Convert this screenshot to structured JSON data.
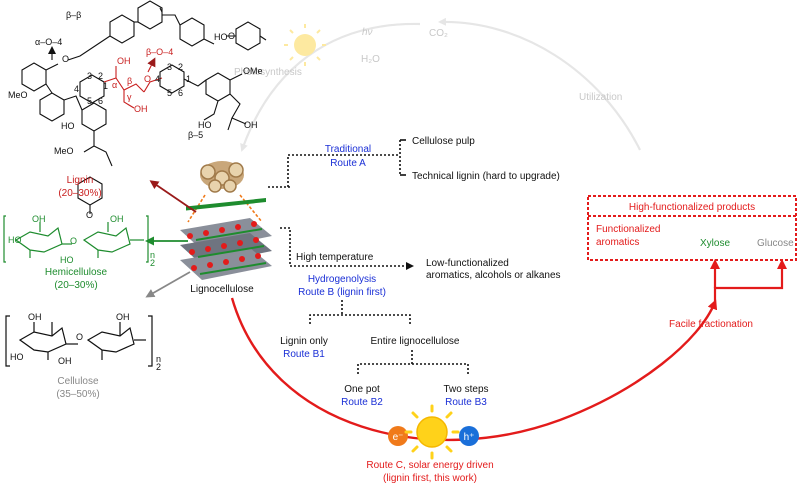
{
  "colors": {
    "lignin": "#c81e1e",
    "hemicellulose": "#1e8c2e",
    "cellulose": "#888888",
    "route_blue": "#1a2fd6",
    "cycle_gray": "#e6e6e6",
    "route_c": "#e31b1b",
    "black": "#111111",
    "sun": "#ffd21a"
  },
  "cycle": {
    "photosynthesis": "Photosynthesis",
    "hv": "hν",
    "h2o": "H₂O",
    "co2": "CO₂",
    "utilization": "Utilization"
  },
  "components": {
    "lignin": {
      "name": "Lignin",
      "pct": "(20–30%)"
    },
    "hemicellulose": {
      "name": "Hemicellulose",
      "pct": "(20–30%)"
    },
    "cellulose": {
      "name": "Cellulose",
      "pct": "(35–50%)"
    },
    "center": "Lignocellulose"
  },
  "lignin_labels": {
    "beta_beta": "β–β",
    "alpha_o4": "α–O–4",
    "beta_o4": "β–O–4",
    "beta5": "β–5",
    "ho_1": "HO",
    "ho_2": "HO",
    "ho_3": "HO",
    "oh_1": "OH",
    "oh_2": "OH",
    "oh_3": "OH",
    "ome_1": "MeO",
    "ome_2": "MeO",
    "ome_3": "OMe",
    "o_1": "O",
    "o_2": "O",
    "o_3": "O",
    "o_4": "O",
    "nums_left": [
      "3",
      "2",
      "1",
      "6",
      "5",
      "4"
    ],
    "nums_chain": [
      "α",
      "β",
      "γ"
    ],
    "nums_right": [
      "3",
      "2",
      "1",
      "6",
      "5",
      "4"
    ]
  },
  "sugar_labels": {
    "hemi_ho_1": "HO",
    "hemi_ho_2": "HO",
    "hemi_oh_1": "OH",
    "hemi_oh_2": "OH",
    "hemi_o": "O",
    "cell_oh_1": "OH",
    "cell_oh_2": "OH",
    "cell_oh_3": "OH",
    "cell_ho_1": "HO",
    "cell_o": "O",
    "sub_n": "n",
    "sub_2": "2"
  },
  "routes": {
    "a": {
      "name": "Traditional",
      "route": "Route A",
      "out1": "Cellulose pulp",
      "out2": "Technical lignin (hard to upgrade)"
    },
    "b": {
      "cond": "High temperature",
      "name": "Hydrogenolysis",
      "route": "Route B (lignin first)",
      "out_line1": "Low-functionalized",
      "out_line2": "aromatics, alcohols or alkanes",
      "b1_name": "Lignin only",
      "b1_route": "Route B1",
      "entire": "Entire lignocellulose",
      "b2_name": "One pot",
      "b2_route": "Route B2",
      "b3_name": "Two steps",
      "b3_route": "Route B3"
    },
    "c": {
      "line1": "Route C, solar energy driven",
      "line2": "(lignin first, this work)",
      "e_symbol": "e⁻",
      "h_symbol": "h⁺"
    }
  },
  "products": {
    "title": "High-functionalized products",
    "aromatics_line1": "Functionalized",
    "aromatics_line2": "aromatics",
    "xylose": "Xylose",
    "glucose": "Glucose",
    "fractionation": "Facile fractionation"
  }
}
